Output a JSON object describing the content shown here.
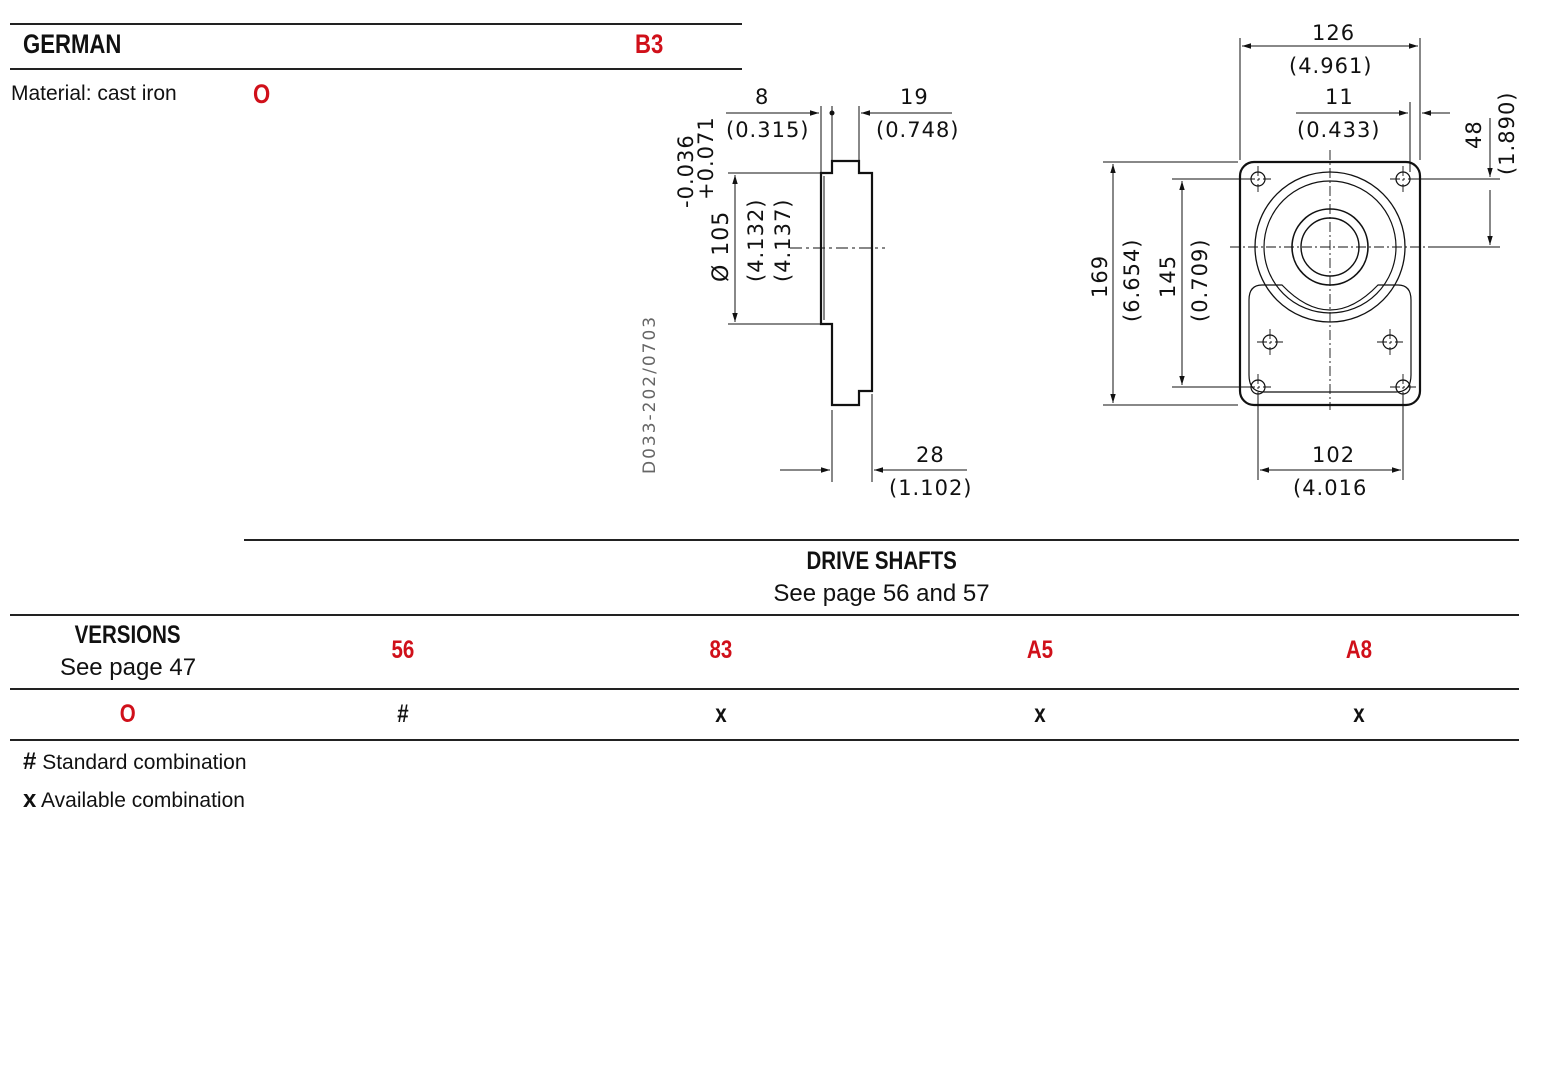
{
  "header": {
    "title": "GERMAN",
    "code": "B3",
    "material_label": "Material: cast iron",
    "material_code": "O"
  },
  "drawing": {
    "part_ref": "D033-202/0703",
    "side_view": {
      "dim_8": "8",
      "dim_8_in": "(0.315)",
      "dim_19": "19",
      "dim_19_in": "(0.748)",
      "tol_minus": "-0.036",
      "tol_plus": "+0.071",
      "dia_label": "Ø 105",
      "dia_in_1": "(4.132)",
      "dia_in_2": "(4.137)",
      "dim_28": "28",
      "dim_28_in": "(1.102)"
    },
    "front_view": {
      "dim_126": "126",
      "dim_126_in": "(4.961)",
      "dim_11": "11",
      "dim_11_in": "(0.433)",
      "dim_48": "48",
      "dim_48_in": "(1.890)",
      "dim_169": "169",
      "dim_169_in": "(6.654)",
      "dim_145": "145",
      "dim_145_in": "(0.709)",
      "dim_102": "102",
      "dim_102_in": "(4.016"
    }
  },
  "drive_shafts": {
    "title": "DRIVE SHAFTS",
    "subtitle": "See page 56 and 57"
  },
  "table": {
    "versions_title": "VERSIONS",
    "versions_sub": "See page 47",
    "columns": [
      "56",
      "83",
      "A5",
      "A8"
    ],
    "rows": [
      {
        "version": "O",
        "cells": [
          "#",
          "x",
          "x",
          "x"
        ]
      }
    ]
  },
  "legend": [
    {
      "symbol": "#",
      "text": "Standard combination"
    },
    {
      "symbol": "x",
      "text": "Available combination"
    }
  ],
  "colors": {
    "accent": "#d0101a",
    "ink": "#111111"
  }
}
